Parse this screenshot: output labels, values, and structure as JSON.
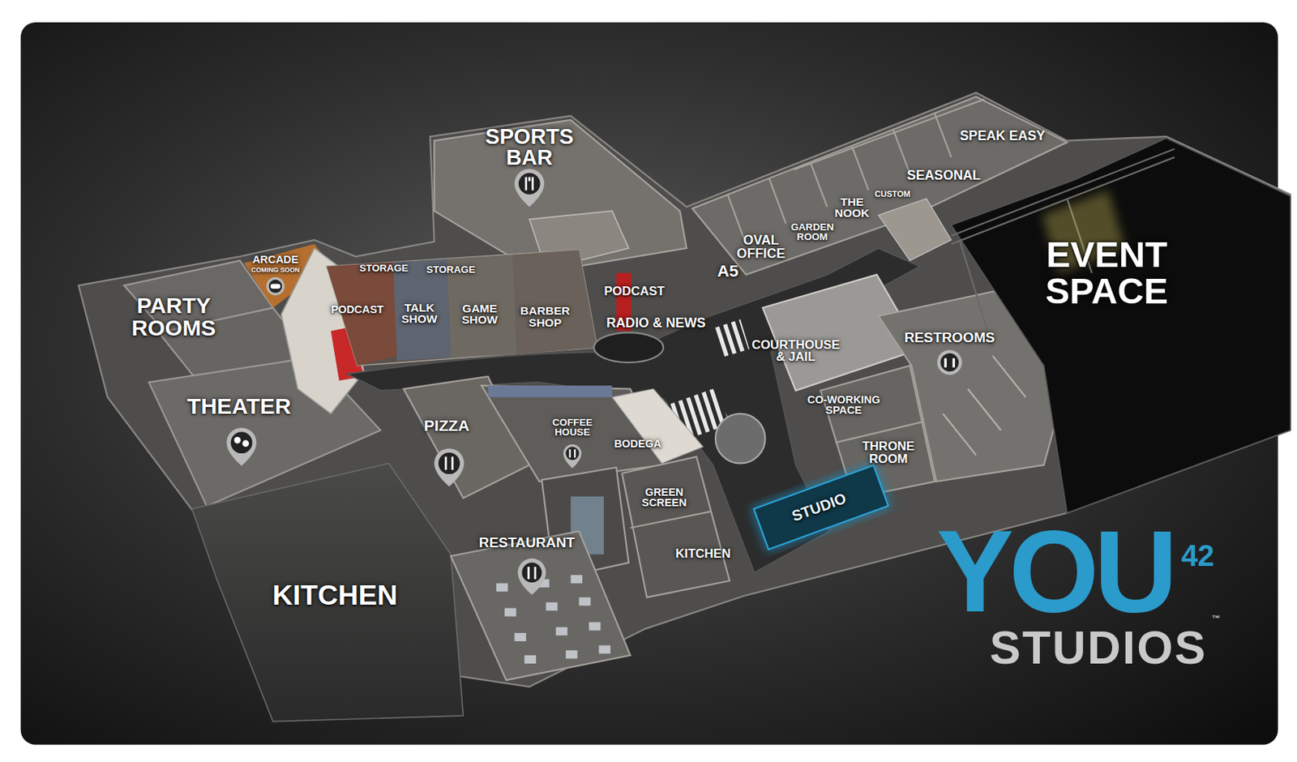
{
  "diagram": {
    "labels": [
      "SPORTS BAR",
      "SPEAK EASY",
      "SEASONAL",
      "CUSTOM",
      "THE NOOK",
      "GARDEN ROOM",
      "OVAL OFFICE",
      "A5",
      "EVENT SPACE",
      "ARCADE",
      "COMING SOON",
      "STORAGE",
      "STORAGE",
      "PARTY ROOMS",
      "PODCAST",
      "TALK SHOW",
      "GAME SHOW",
      "BARBER SHOP",
      "PODCAST",
      "RADIO & NEWS",
      "COURTHOUSE & JAIL",
      "RESTROOMS",
      "THEATER",
      "PIZZA",
      "COFFEE HOUSE",
      "BODEGA",
      "CO-WORKING SPACE",
      "THRONE ROOM",
      "GREEN SCREEN",
      "RESTAURANT",
      "KITCHEN",
      "KITCHEN",
      "STUDIO",
      "YOU",
      "42",
      "STUDIOS",
      "™"
    ]
  }
}
